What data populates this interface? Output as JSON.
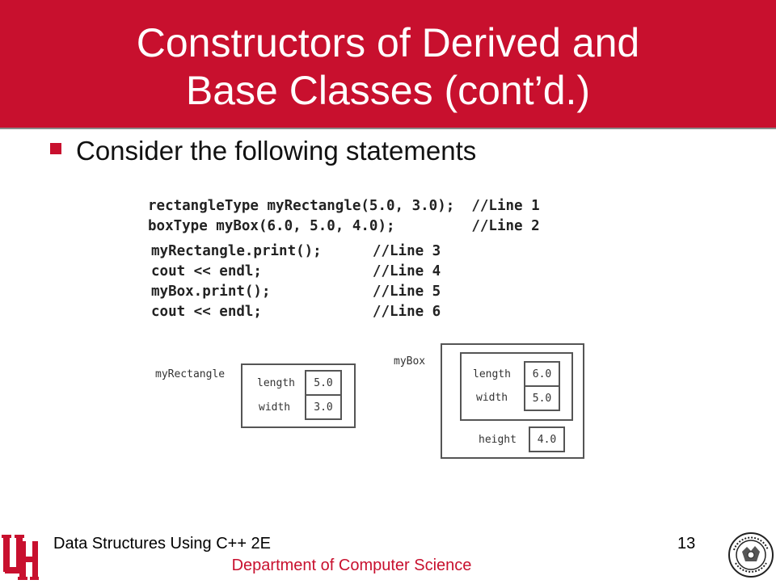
{
  "slide": {
    "title": "Constructors of Derived and\nBase Classes (cont’d.)",
    "bullet": "Consider the following statements"
  },
  "code": {
    "block1": "rectangleType myRectangle(5.0, 3.0);  //Line 1\nboxType myBox(6.0, 5.0, 4.0);         //Line 2",
    "block2": "myRectangle.print();      //Line 3\ncout << endl;             //Line 4\nmyBox.print();            //Line 5\ncout << endl;             //Line 6"
  },
  "diagram": {
    "rect_label": "myRectangle",
    "rect_length_label": "length",
    "rect_length_value": "5.0",
    "rect_width_label": "width",
    "rect_width_value": "3.0",
    "box_label": "myBox",
    "box_length_label": "length",
    "box_length_value": "6.0",
    "box_width_label": "width",
    "box_width_value": "5.0",
    "box_height_label": "height",
    "box_height_value": "4.0"
  },
  "footer": {
    "course": "Data Structures Using C++ 2E",
    "page": "13",
    "department": "Department of Computer Science"
  },
  "colors": {
    "brand_red": "#c8102e"
  },
  "icons": {
    "left_logo": "uh-logo-icon",
    "right_logo": "university-seal-icon"
  }
}
